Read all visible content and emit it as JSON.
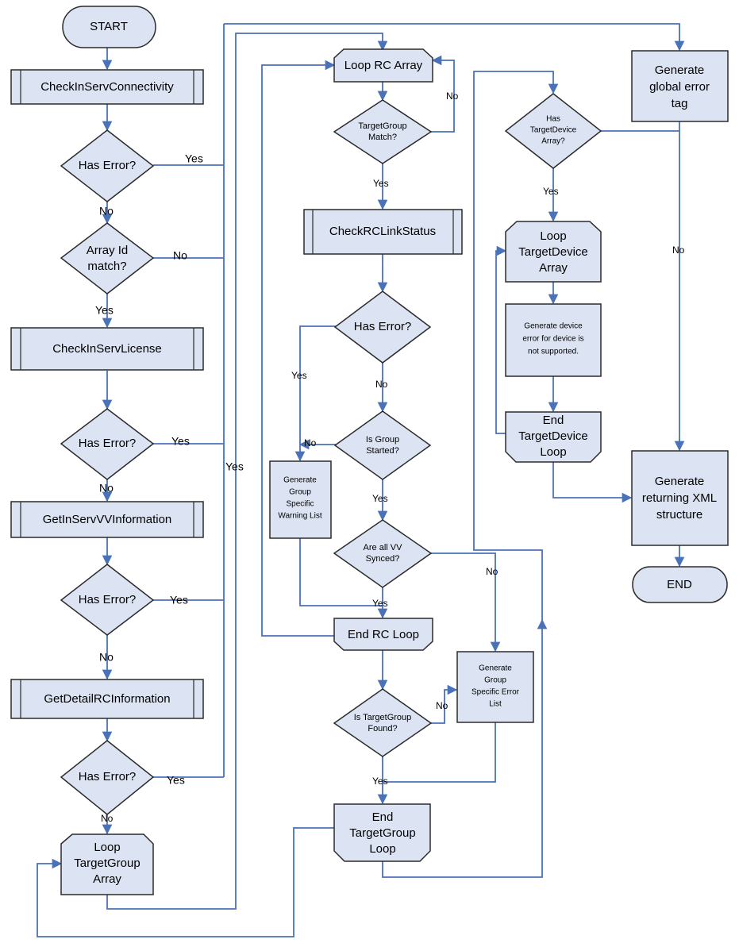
{
  "nodes": {
    "start": "START",
    "check_connectivity": "CheckInServConnectivity",
    "has_error_1": "Has Error?",
    "array_id_match": [
      "Array Id",
      "match?"
    ],
    "check_license": "CheckInServLicense",
    "has_error_2": "Has Error?",
    "get_vv_info": "GetInServVVInformation",
    "has_error_3": "Has Error?",
    "get_rc_info": "GetDetailRCInformation",
    "has_error_4": "Has Error?",
    "loop_targetgroup_array": [
      "Loop",
      "TargetGroup",
      "Array"
    ],
    "loop_rc_array": "Loop RC Array",
    "targetgroup_match": [
      "TargetGroup",
      "Match?"
    ],
    "check_rc_link_status": "CheckRCLinkStatus",
    "has_error_5": "Has Error?",
    "is_group_started": [
      "Is Group",
      "Started?"
    ],
    "warning_list": [
      "Generate",
      "Group",
      "Specific",
      "Warning List"
    ],
    "are_all_vv_synced": [
      "Are all VV",
      "Synced?"
    ],
    "end_rc_loop": "End RC Loop",
    "is_targetgroup_found": [
      "Is TargetGroup",
      "Found?"
    ],
    "error_list": [
      "Generate",
      "Group",
      "Specific Error",
      "List"
    ],
    "end_targetgroup_loop": [
      "End",
      "TargetGroup",
      "Loop"
    ],
    "has_targetdevice_array": [
      "Has",
      "TargetDevice",
      "Array?"
    ],
    "loop_targetdevice_array": [
      "Loop",
      "TargetDevice",
      "Array"
    ],
    "device_error": [
      "Generate device",
      "error for device is",
      "not supported."
    ],
    "end_targetdevice_loop": [
      "End",
      "TargetDevice",
      "Loop"
    ],
    "global_error_tag": [
      "Generate",
      "global error",
      "tag"
    ],
    "returning_xml": [
      "Generate",
      "returning XML",
      "structure"
    ],
    "end": "END"
  },
  "edge_labels": {
    "yes_error_1": "Yes",
    "no_error_1": "No",
    "no_array_id": "No",
    "yes_array_id": "Yes",
    "yes_error_2": "Yes",
    "no_error_2": "No",
    "yes_error_3": "Yes",
    "no_error_3": "No",
    "yes_error_4": "Yes",
    "no_error_4": "No",
    "yes_bus": "Yes",
    "no_tg_match": "No",
    "yes_tg_match": "Yes",
    "yes_error_5": "Yes",
    "no_error_5": "No",
    "no_group_started": "No",
    "yes_group_started": "Yes",
    "no_vv_synced": "No",
    "yes_vv_synced": "Yes",
    "no_tg_found": "No",
    "yes_tg_found": "Yes",
    "yes_has_device": "Yes",
    "no_has_device": "No"
  },
  "colors": {
    "shape_fill": "#dce4f3",
    "shape_stroke": "#2b2b2b",
    "connector": "#4a72b8"
  }
}
